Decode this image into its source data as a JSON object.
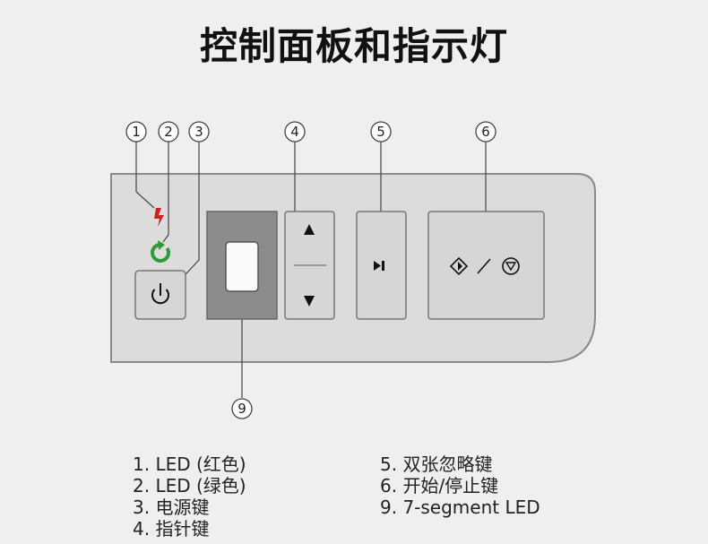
{
  "title": "控制面板和指示灯",
  "callouts": [
    "1",
    "2",
    "3",
    "4",
    "5",
    "6",
    "9"
  ],
  "legend_left": [
    "1. LED (红色)",
    "2. LED (绿色)",
    "3. 电源键",
    "4. 指针键"
  ],
  "legend_right": [
    "5. 双张忽略键",
    "6. 开始/停止键",
    "9. 7-segment LED"
  ],
  "colors": {
    "led_red": "#cc2222",
    "led_green": "#2e9a3a",
    "panel": "#dcdcdc",
    "display": "#8c8c8c"
  },
  "icons": [
    "warning-led-icon",
    "refresh-led-icon",
    "power-icon",
    "arrow-up-icon",
    "arrow-down-icon",
    "skip-icon",
    "start-icon",
    "stop-icon"
  ]
}
